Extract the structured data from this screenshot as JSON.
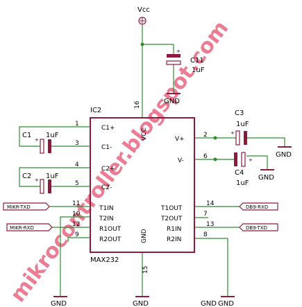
{
  "colors": {
    "wire": "#2e8b2e",
    "body": "#8b1a3c",
    "text": "#000000",
    "watermark": "#d8103c",
    "junction": "#2e8b2e"
  },
  "watermark": "mikrocontroller.blogspot.com",
  "power": {
    "vcc_label": "Vcc",
    "c11_name": "C11",
    "c11_value": "1uF",
    "gnd_top": "GND"
  },
  "ic": {
    "ref": "IC2",
    "part": "MAX232",
    "vcc_pin": "VCC",
    "vcc_num": "16",
    "gnd_pin": "GND",
    "gnd_num": "15",
    "pins": {
      "c1p": {
        "num": "1",
        "name": "C1+"
      },
      "c1m": {
        "num": "3",
        "name": "C1-"
      },
      "c2p": {
        "num": "4",
        "name": "C2+"
      },
      "c2m": {
        "num": "5",
        "name": "C2-"
      },
      "t1in": {
        "num": "11",
        "name": "T1IN"
      },
      "t2in": {
        "num": "10",
        "name": "T2IN"
      },
      "r1out": {
        "num": "12",
        "name": "R1OUT"
      },
      "r2out": {
        "num": "9",
        "name": "R2OUT"
      },
      "vp": {
        "num": "2",
        "name": "V+"
      },
      "vm": {
        "num": "6",
        "name": "V-"
      },
      "t1out": {
        "num": "14",
        "name": "T1OUT"
      },
      "t2out": {
        "num": "7",
        "name": "T2OUT"
      },
      "r1in": {
        "num": "13",
        "name": "R1IN"
      },
      "r2in": {
        "num": "8",
        "name": "R2IN"
      }
    }
  },
  "caps": {
    "c1": {
      "name": "C1",
      "value": "1uF"
    },
    "c2": {
      "name": "C2",
      "value": "1uF"
    },
    "c3": {
      "name": "C3",
      "value": "1uF"
    },
    "c4": {
      "name": "C4",
      "value": "1uF"
    }
  },
  "polarity": "+",
  "ports": {
    "mikr_txd": "MIKR-TXD",
    "mikr_rxd": "MIKR-RXD",
    "db9_rxd": "DB9-RXD",
    "db9_txd": "DB9-TXD"
  },
  "gnd": {
    "c3": "GND",
    "c4": "GND",
    "bottom1": "GND",
    "bottom2": "GND",
    "bottom3": "GND",
    "bottom4": "GND"
  }
}
